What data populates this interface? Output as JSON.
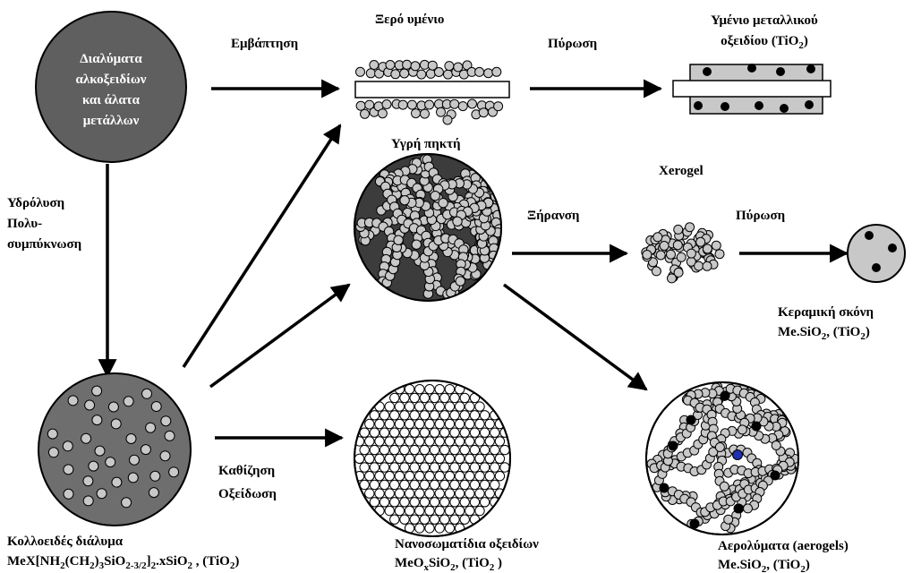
{
  "start": {
    "lines": [
      "Διαλύματα",
      "αλκοξειδίων",
      "και άλατα",
      "μετάλλων"
    ]
  },
  "dip_coating": "Εμβάπτηση",
  "dry_film": "Ξερό υμένιο",
  "firing": "Πύρωση",
  "oxide_film": {
    "line1": "Υμένιο μεταλλικού",
    "line2_prefix": "οξειδίου (TiO",
    "line2_sub": "2",
    "line2_suffix": ")"
  },
  "hydrolysis": {
    "lines": [
      "Υδρόλυση",
      "Πολυ-",
      "συμπύκνωση"
    ]
  },
  "wet_gel": "Υγρή πηκτή",
  "xerogel": "Xerogel",
  "drying": "Ξήρανση",
  "ceramic_powder": {
    "line1": "Κεραμική σκόνη",
    "line2": [
      {
        "t": "Me.SiO"
      },
      {
        "s": "2"
      },
      {
        "t": ", (TiO"
      },
      {
        "s": "2"
      },
      {
        "t": ")"
      }
    ]
  },
  "colloid": {
    "line1": "Κολλοειδές διάλυμα",
    "line2": [
      {
        "t": "MeX[NH"
      },
      {
        "s": "2"
      },
      {
        "t": "(CH"
      },
      {
        "s": "2"
      },
      {
        "t": ")"
      },
      {
        "s": "3"
      },
      {
        "t": "SiO"
      },
      {
        "s": "2-3/2"
      },
      {
        "t": "]"
      },
      {
        "s": "2"
      },
      {
        "t": ".xSiO"
      },
      {
        "s": "2"
      },
      {
        "t": " , (TiO"
      },
      {
        "s": "2"
      },
      {
        "t": ")"
      }
    ]
  },
  "precipitation": {
    "lines": [
      "Καθίζηση",
      "Οξείδωση"
    ]
  },
  "nanoparticles": {
    "line1": "Νανοσωματίδια οξειδίων",
    "line2": [
      {
        "t": "MeO"
      },
      {
        "s": "x"
      },
      {
        "t": "SiO"
      },
      {
        "s": "2"
      },
      {
        "t": ", (TiO"
      },
      {
        "s": "2"
      },
      {
        "t": " )"
      }
    ]
  },
  "aerogels": {
    "line1": "Αερολύματα (aerogels)",
    "line2": [
      {
        "t": "Me.SiO"
      },
      {
        "s": "2"
      },
      {
        "t": ", (TiO"
      },
      {
        "s": "2"
      },
      {
        "t": ")"
      }
    ]
  },
  "colors": {
    "dark_fill": "#3c3c3c",
    "start_fill": "#5f5f5f",
    "colloid_fill": "#6e6e6e",
    "sphere": "#c8c8c8",
    "powder_fill": "#c8c8c8",
    "accent_dot": "#2030b0"
  }
}
